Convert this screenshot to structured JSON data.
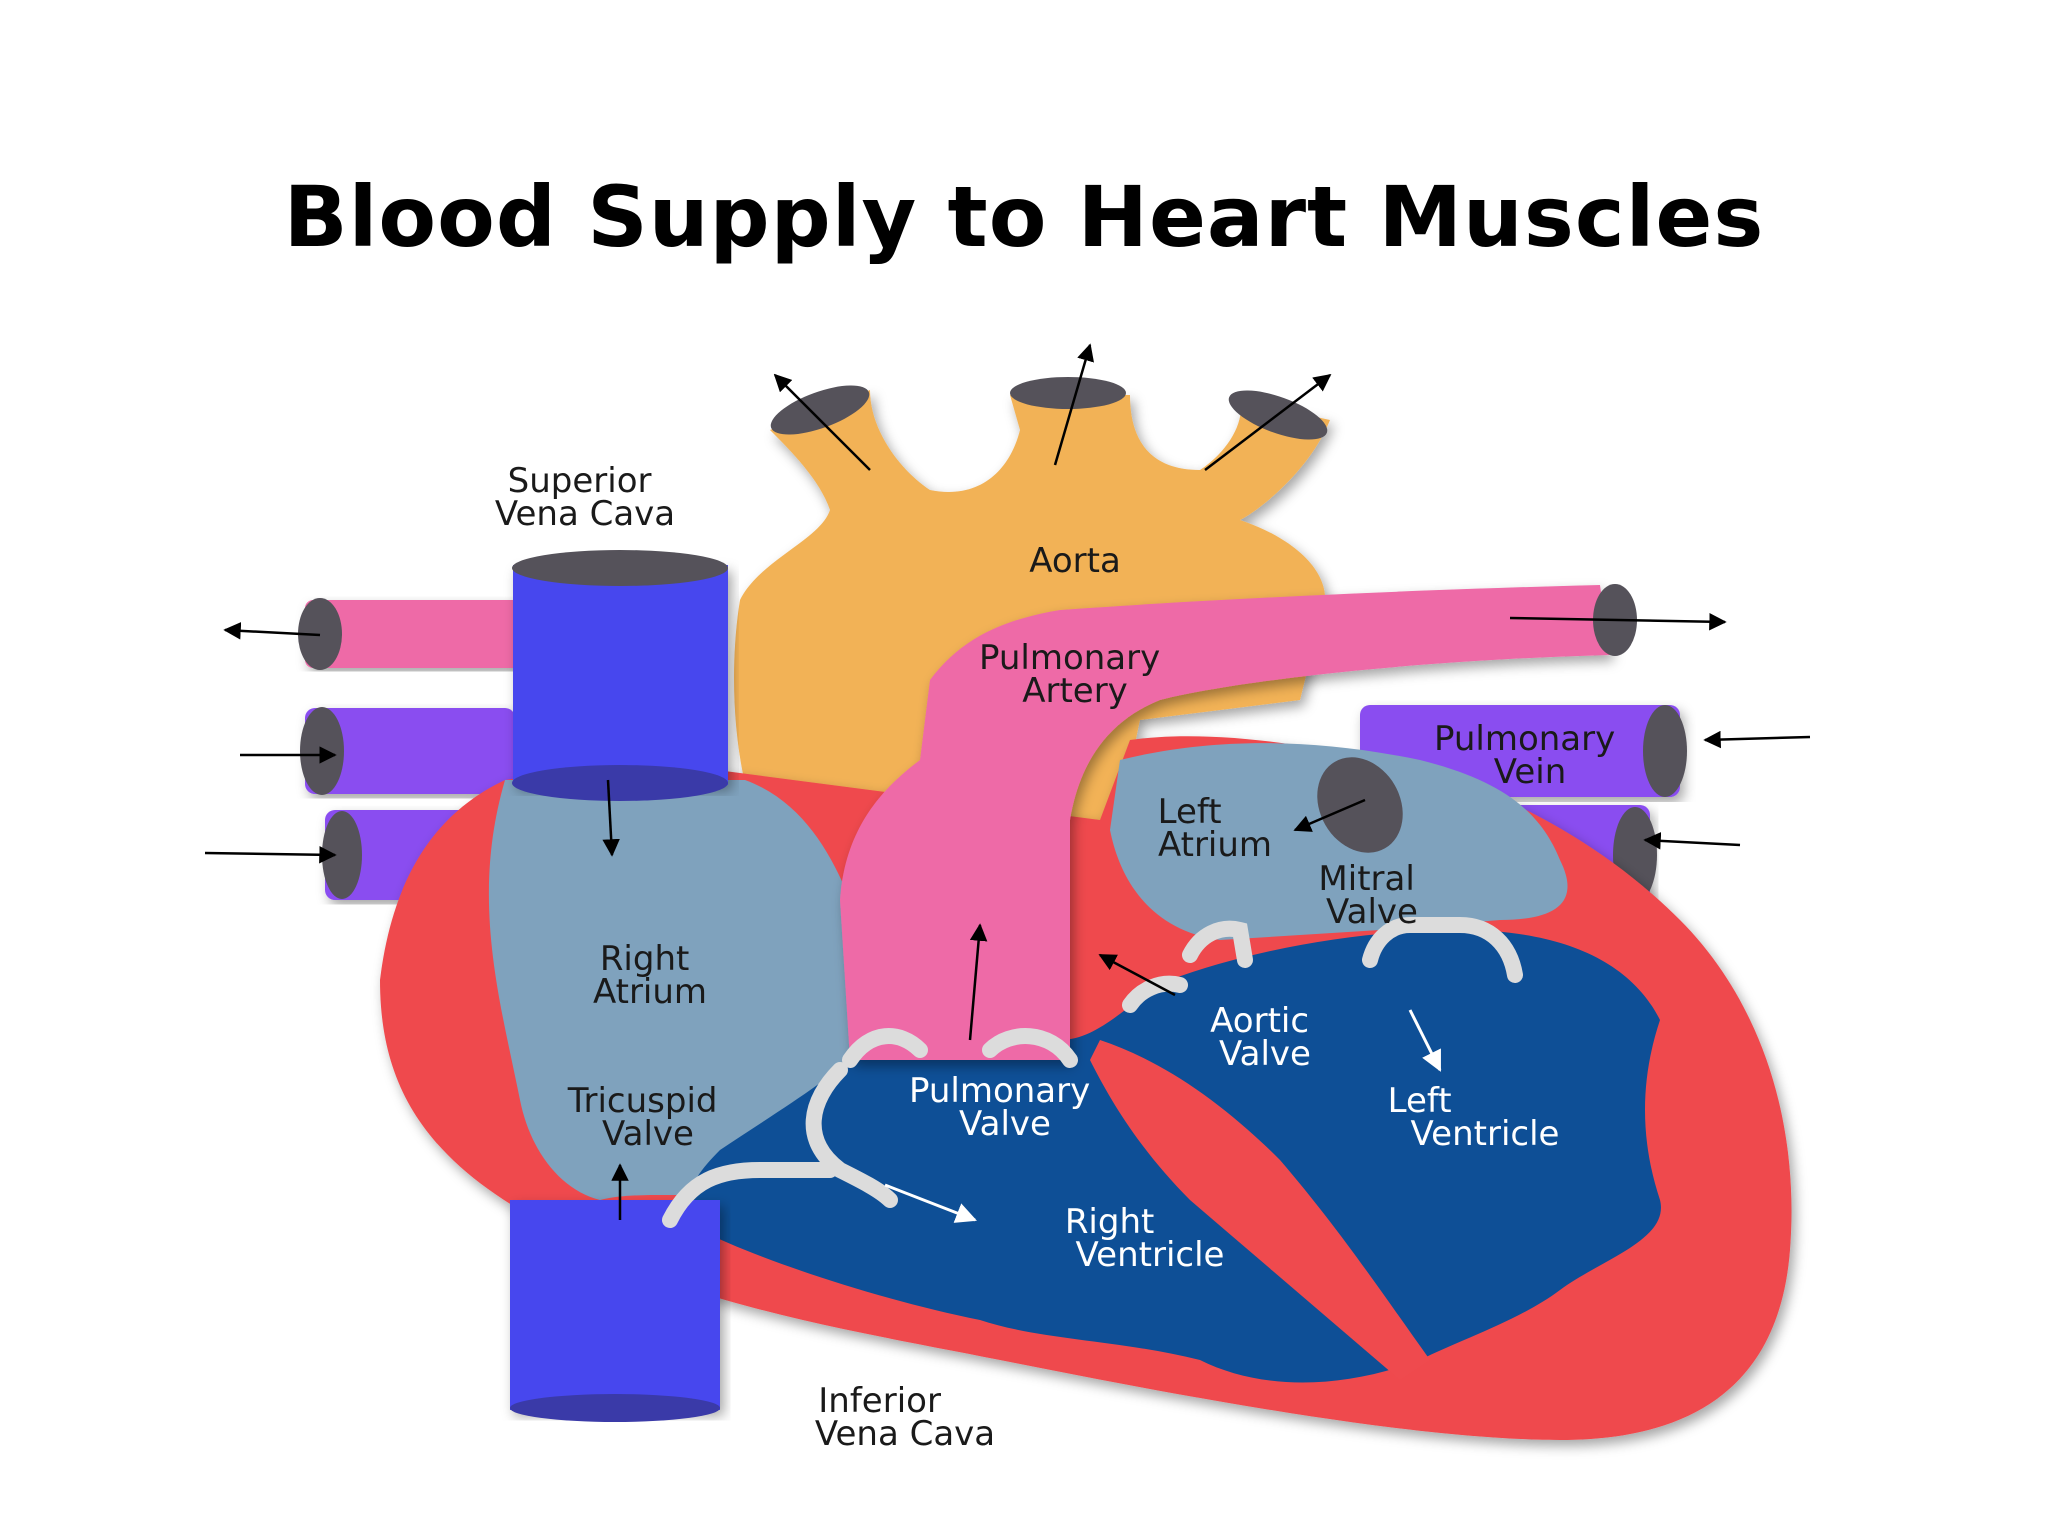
{
  "title": "Blood Supply to Heart Muscles",
  "colors": {
    "aorta": "#f2b257",
    "pulmonary_artery": "#ee6aa7",
    "pulmonary_vein": "#8a4df0",
    "vena_cava": "#4646ee",
    "atrium": "#7fa2bd",
    "ventricle": "#0e4f96",
    "myocardium": "#ef4a4e",
    "valve": "#dcdcdc"
  },
  "labels": {
    "superior_vena_cava": [
      "Superior",
      "Vena Cava"
    ],
    "aorta": [
      "Aorta"
    ],
    "pulmonary_artery": [
      "Pulmonary",
      "Artery"
    ],
    "pulmonary_vein": [
      "Pulmonary",
      "Vein"
    ],
    "left_atrium": [
      "Left",
      "Atrium"
    ],
    "mitral_valve": [
      "Mitral",
      "Valve"
    ],
    "right_atrium": [
      "Right",
      "Atrium"
    ],
    "aortic_valve": [
      "Aortic",
      "Valve"
    ],
    "tricuspid_valve": [
      "Tricuspid",
      "Valve"
    ],
    "pulmonary_valve": [
      "Pulmonary",
      "Valve"
    ],
    "left_ventricle": [
      "Left",
      "Ventricle"
    ],
    "right_ventricle": [
      "Right",
      "Ventricle"
    ],
    "inferior_vena_cava": [
      "Inferior",
      "Vena Cava"
    ]
  }
}
